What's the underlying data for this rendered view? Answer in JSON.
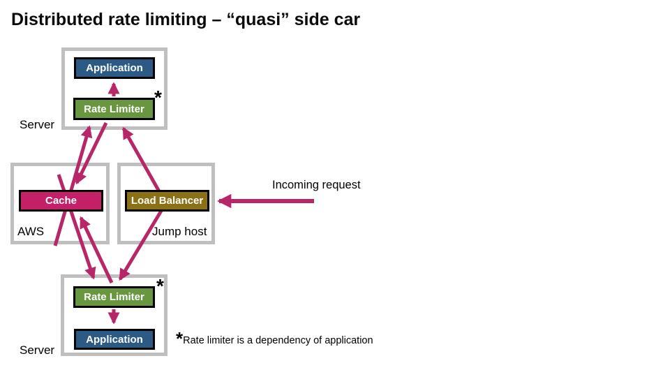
{
  "title": "Distributed rate limiting – “quasi” side car",
  "boxes": {
    "server_top": {
      "label": "Server"
    },
    "application_top": {
      "label": "Application"
    },
    "rate_limiter_top": {
      "label": "Rate Limiter",
      "asterisk": "*"
    },
    "aws": {
      "label": "AWS"
    },
    "cache": {
      "label": "Cache"
    },
    "jump_host": {
      "label": "Jump host"
    },
    "load_balancer": {
      "label": "Load Balancer"
    },
    "server_bottom": {
      "label": "Server"
    },
    "rate_limiter_bottom": {
      "label": "Rate Limiter",
      "asterisk": "*"
    },
    "application_bottom": {
      "label": "Application"
    }
  },
  "annotations": {
    "incoming_request": "Incoming request",
    "footnote_marker": "*",
    "footnote_text": "Rate limiter is a dependency of application"
  },
  "edges": [
    {
      "from": "rate_limiter_top",
      "to": "application_top"
    },
    {
      "from": "cache",
      "to": "rate_limiter_top"
    },
    {
      "from": "rate_limiter_top",
      "to": "cache"
    },
    {
      "from": "load_balancer",
      "to": "rate_limiter_top"
    },
    {
      "from": "cache",
      "to": "rate_limiter_bottom"
    },
    {
      "from": "rate_limiter_bottom",
      "to": "cache"
    },
    {
      "from": "load_balancer",
      "to": "rate_limiter_bottom"
    },
    {
      "from": "rate_limiter_bottom",
      "to": "application_bottom"
    },
    {
      "from": "incoming_request",
      "to": "load_balancer"
    }
  ],
  "colors": {
    "application": "#2B5A84",
    "rate_limiter": "#69973F",
    "cache": "#C32067",
    "load_balancer": "#8B7115",
    "arrow": "#B72767",
    "container_border": "#BFBFBF",
    "text": "#000000"
  }
}
